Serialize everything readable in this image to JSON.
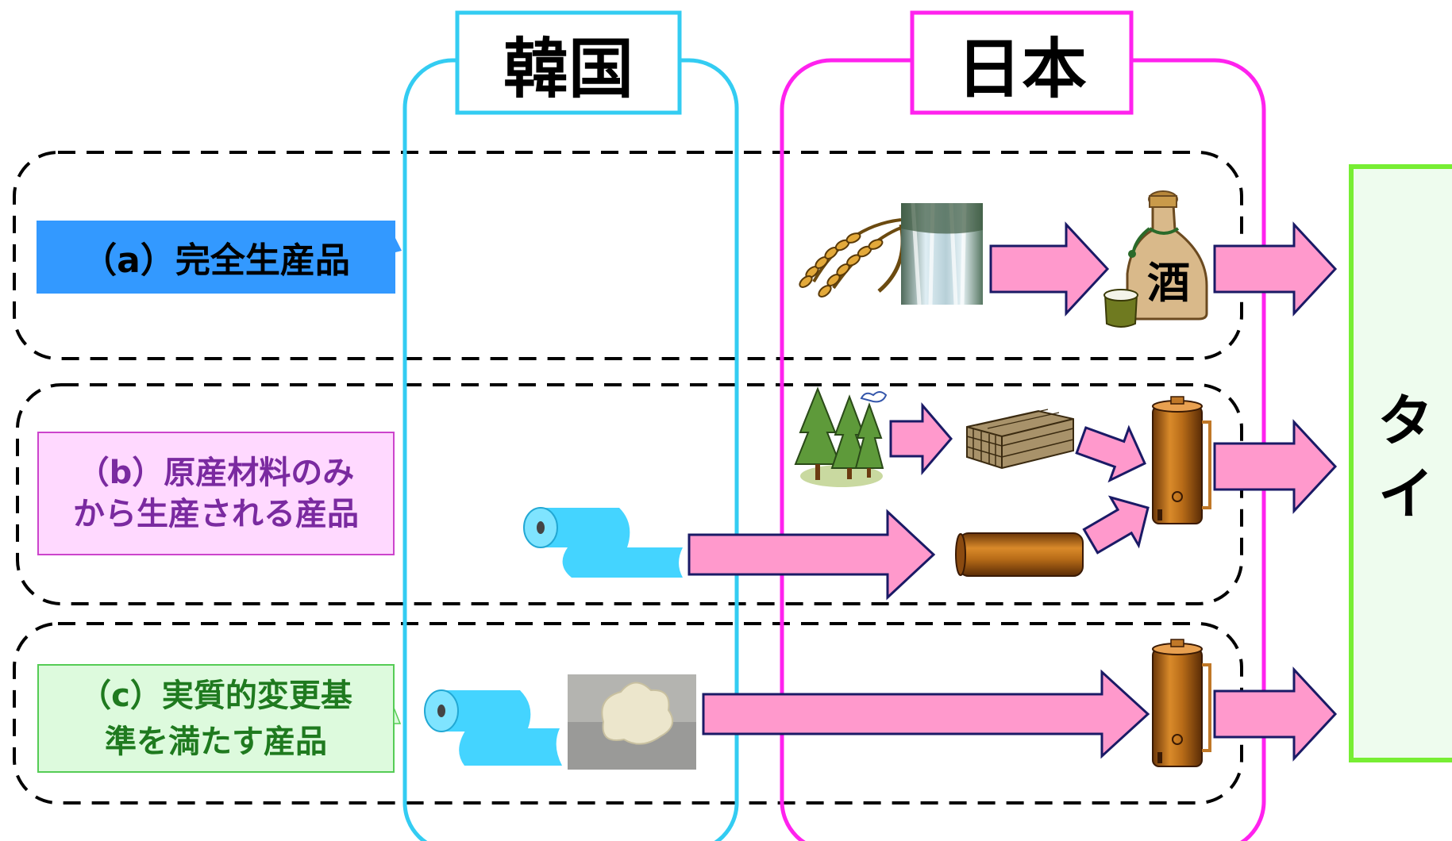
{
  "countries": {
    "korea": "韓国",
    "japan": "日本",
    "thailand": "タイ"
  },
  "categories": [
    {
      "label": "（a）完全生産品"
    },
    {
      "label": "（b）原産材料のみ\nから生産される産品"
    },
    {
      "label": "（c）実質的変更基\n準を満たす産品"
    }
  ],
  "icons": {
    "sake_bottle_label": "酒"
  },
  "colors": {
    "korea": "#33ccf2",
    "japan": "#ff22ee",
    "thailand": "#77ee33",
    "arrow_fill": "#ff99cc",
    "arrow_stroke": "#1a1a66",
    "label_a": "#3399ff",
    "label_b": "#ffd9ff",
    "label_c": "#ddfadd"
  }
}
